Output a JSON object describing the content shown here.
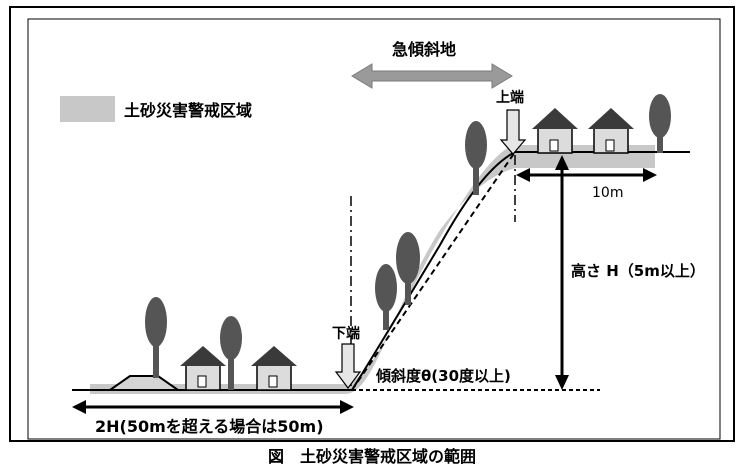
{
  "caption": "図　土砂災害警戒区域の範囲",
  "legend": {
    "label": "土砂災害警戒区域",
    "swatch_color": "#c8c8c8"
  },
  "labels": {
    "steep_slope": "急傾斜地",
    "top_edge": "上端",
    "bottom_edge": "下端",
    "width_top": "10m",
    "height": "高さ H（5m以上）",
    "angle": "傾斜度θ(30度以上)",
    "width_bottom": "2H(50mを超える場合は50m)"
  },
  "colors": {
    "zone": "#c8c8c8",
    "arrow_gray": "#9a9a9a",
    "tree": "#555555",
    "roof": "#3a3a3a",
    "house": "#dcdcdc"
  }
}
